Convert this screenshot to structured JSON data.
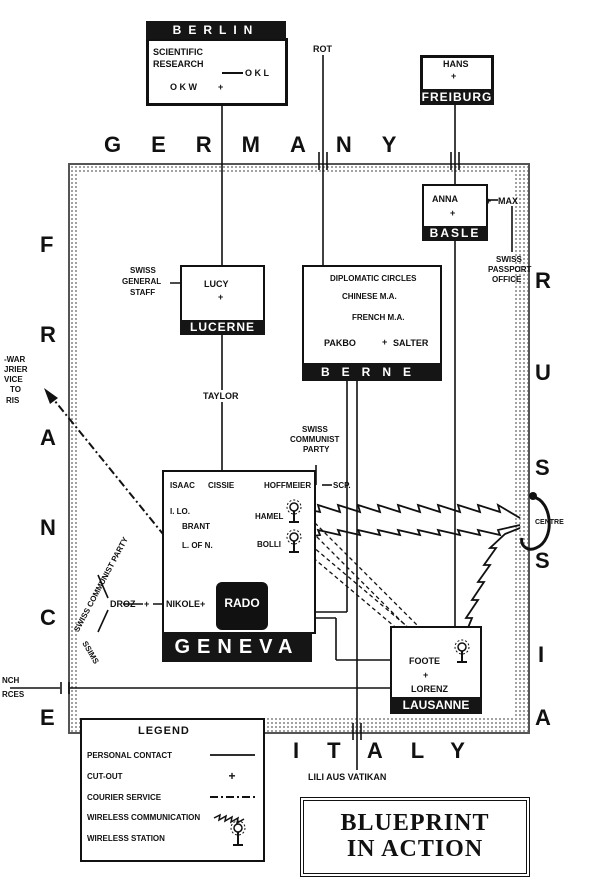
{
  "countries": {
    "germany": "GERMANY",
    "france": [
      "F",
      "R",
      "A",
      "N",
      "C",
      "E"
    ],
    "russia": [
      "R",
      "U",
      "S",
      "S",
      "I",
      "A"
    ],
    "italy": "ITALY"
  },
  "cities": {
    "berlin": "BERLIN",
    "freiburg": "FREIBURG",
    "basle": "BASLE",
    "lucerne": "LUCERNE",
    "berne": "BERNE",
    "geneva": "GENEVA",
    "lausanne": "LAUSANNE"
  },
  "nodes": {
    "scientific_research": [
      "SCIENTIFIC",
      "RESEARCH"
    ],
    "okl": "O K L",
    "okw": "O K W",
    "rot": "ROT",
    "hans": "HANS",
    "anna": "ANNA",
    "max": "MAX",
    "swiss_passport_office": [
      "SWISS",
      "PASSPORT",
      "OFFICE"
    ],
    "swiss_general_staff": [
      "SWISS",
      "GENERAL",
      "STAFF"
    ],
    "lucy": "LUCY",
    "diplomatic_circles": "DIPLOMATIC CIRCLES",
    "chinese_ma": "CHINESE  M.A.",
    "french_ma": "FRENCH M.A.",
    "pakbo": "PAKBO",
    "salter": "SALTER",
    "taylor": "TAYLOR",
    "swiss_communist_party": [
      "SWISS",
      "COMMUNIST",
      "PARTY"
    ],
    "isaac": "ISAAC",
    "cissie": "CISSIE",
    "hoffmeier": "HOFFMEIER",
    "scp": "SCP.",
    "ilo": "I. LO.",
    "brant": "BRANT",
    "lofn": "L. OF N.",
    "hamel": "HAMEL",
    "bolli": "BOLLI",
    "rado": "RADO",
    "nikole": "NIKOLE",
    "droz": "DROZ",
    "swiss_communist_party_arc_1": "SWISS COMMUNIST PARTY",
    "swiss_communist_party_arc_2": "SSIMS",
    "foote": "FOOTE",
    "lorenz": "LORENZ",
    "centre": "CENTRE",
    "lili": "LILI AUS VATIKAN",
    "paris_partial": [
      "-WAR",
      "JRIER",
      "VICE",
      "TO",
      "RIS"
    ],
    "french_forces_partial": [
      "NCH",
      "RCES"
    ]
  },
  "legend": {
    "title": "LEGEND",
    "items": [
      "PERSONAL CONTACT",
      "CUT-OUT",
      "COURIER SERVICE",
      "WIRELESS COMMUNICATION",
      "WIRELESS STATION"
    ]
  },
  "caption": {
    "line1": "BLUEPRINT",
    "line2": "IN ACTION"
  }
}
